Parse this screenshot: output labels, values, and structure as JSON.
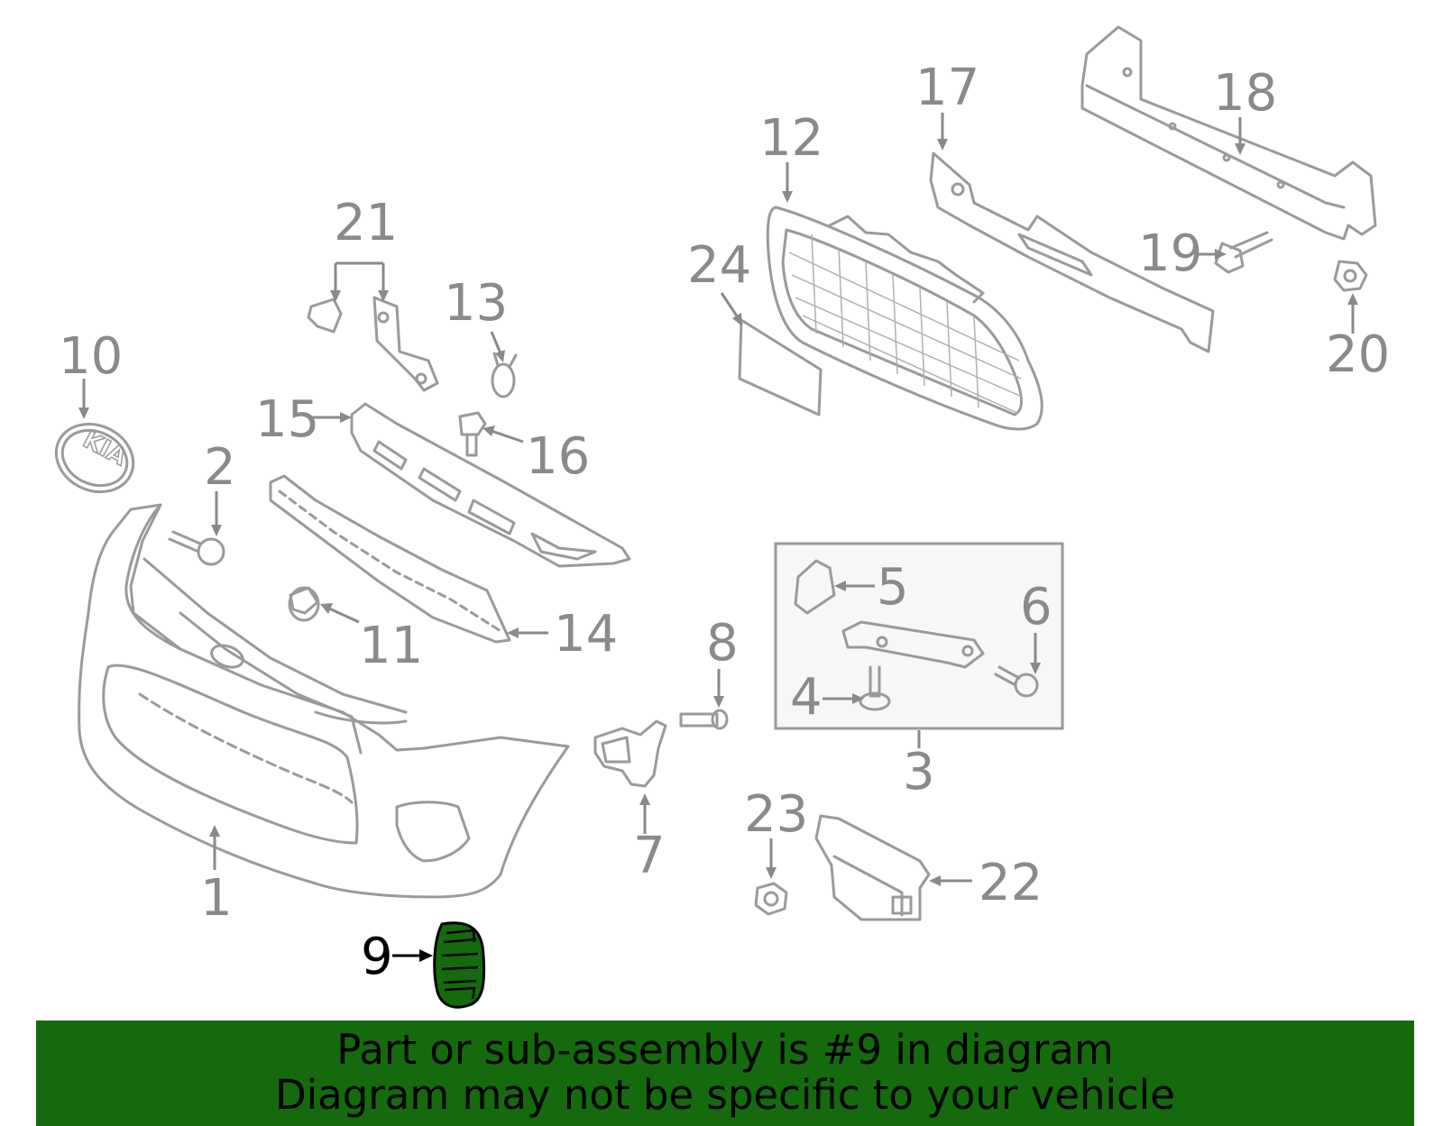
{
  "diagram": {
    "callouts": [
      {
        "id": "1",
        "label": "1"
      },
      {
        "id": "2",
        "label": "2"
      },
      {
        "id": "3",
        "label": "3"
      },
      {
        "id": "4",
        "label": "4"
      },
      {
        "id": "5",
        "label": "5"
      },
      {
        "id": "6",
        "label": "6"
      },
      {
        "id": "7",
        "label": "7"
      },
      {
        "id": "8",
        "label": "8"
      },
      {
        "id": "9",
        "label": "9"
      },
      {
        "id": "10",
        "label": "10"
      },
      {
        "id": "11",
        "label": "11"
      },
      {
        "id": "12",
        "label": "12"
      },
      {
        "id": "13",
        "label": "13"
      },
      {
        "id": "14",
        "label": "14"
      },
      {
        "id": "15",
        "label": "15"
      },
      {
        "id": "16",
        "label": "16"
      },
      {
        "id": "17",
        "label": "17"
      },
      {
        "id": "18",
        "label": "18"
      },
      {
        "id": "19",
        "label": "19"
      },
      {
        "id": "20",
        "label": "20"
      },
      {
        "id": "21",
        "label": "21"
      },
      {
        "id": "22",
        "label": "22"
      },
      {
        "id": "23",
        "label": "23"
      },
      {
        "id": "24",
        "label": "24"
      }
    ],
    "highlighted_part": "9",
    "highlight_color": "#146a0c",
    "emblem_text": "KIA"
  },
  "banner": {
    "line1": "Part or sub-assembly is #9 in diagram",
    "line2": "Diagram may not be specific to your vehicle",
    "color": "#146a0c"
  }
}
